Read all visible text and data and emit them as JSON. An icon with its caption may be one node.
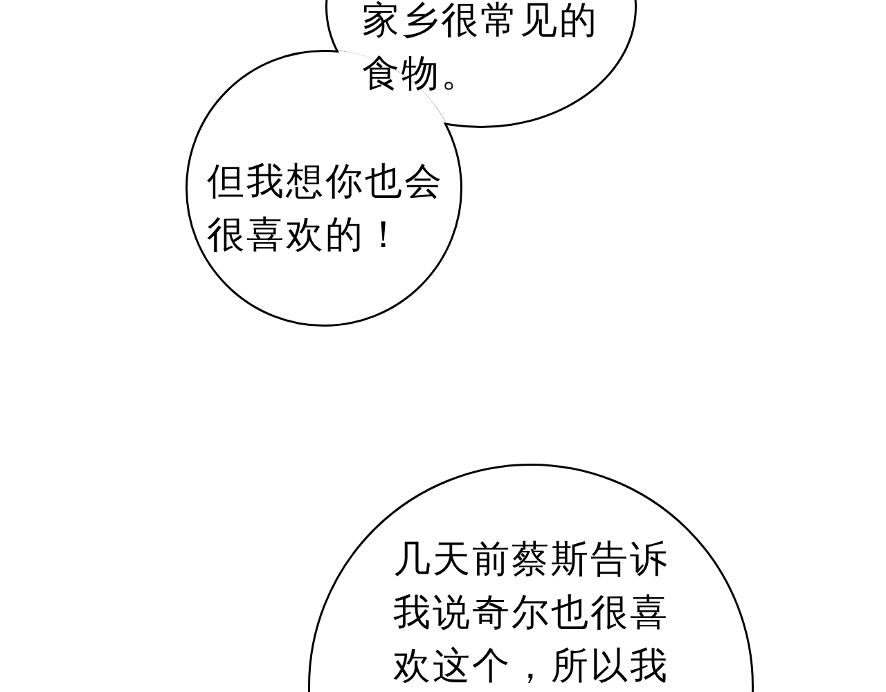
{
  "diagram": {
    "nodes": [
      {
        "text": [
          "家乡很常见的食物。"
        ]
      },
      {
        "text": [
          "但我想你也会很喜欢的！"
        ]
      },
      {
        "text": [
          "几天前蔡斯告诉我说奇尔也很喜欢这个，所以我"
        ]
      }
    ]
  }
}
